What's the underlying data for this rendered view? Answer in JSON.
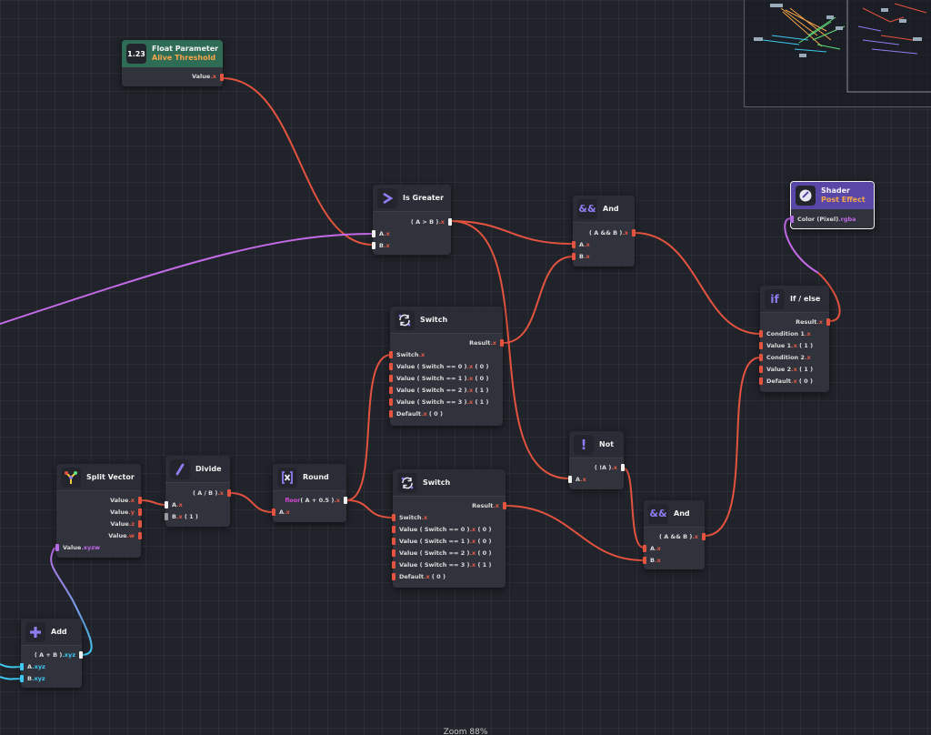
{
  "canvas": {
    "zoom_label": "Zoom 88%"
  },
  "nodes": {
    "float_param": {
      "title": "Float Parameter",
      "subtitle": "Alive Threshold",
      "icon": "number-icon",
      "icon_text": "1.23",
      "out_value": "Value",
      "out_sw": ".x"
    },
    "is_greater": {
      "title": "Is Greater",
      "icon": "greater-than-icon",
      "out_expr": "( A > B )",
      "out_sw": ".x",
      "in_a": "A",
      "in_a_sw": ".x",
      "in_b": "B",
      "in_b_sw": ".x"
    },
    "and1": {
      "title": "And",
      "icon": "and-icon",
      "icon_text": "&&",
      "out_expr": "( A && B )",
      "out_sw": ".x",
      "in_a": "A",
      "in_a_sw": ".x",
      "in_b": "B",
      "in_b_sw": ".x"
    },
    "shader": {
      "title": "Shader",
      "subtitle": "Post Effect",
      "icon": "shader-icon",
      "in_label": "Color (Pixel)",
      "in_sw": ".rgba"
    },
    "switch1": {
      "title": "Switch",
      "icon": "switch-icon",
      "out_label": "Result",
      "out_sw": ".x",
      "in_switch": "Switch",
      "in_switch_sw": ".x",
      "cases": [
        {
          "label": "Value ( Switch == 0 )",
          "sw": ".x",
          "def": "( 0 )"
        },
        {
          "label": "Value ( Switch == 1 )",
          "sw": ".x",
          "def": "( 0 )"
        },
        {
          "label": "Value ( Switch == 2 )",
          "sw": ".x",
          "def": "( 1 )"
        },
        {
          "label": "Value ( Switch == 3 )",
          "sw": ".x",
          "def": "( 1 )"
        }
      ],
      "default_label": "Default",
      "default_sw": ".x",
      "default_def": "( 0 )"
    },
    "ifelse": {
      "title": "If / else",
      "icon": "if-icon",
      "icon_text": "if",
      "out_label": "Result",
      "out_sw": ".x",
      "rows": [
        {
          "label": "Condition 1",
          "sw": ".x",
          "def": ""
        },
        {
          "label": "Value 1",
          "sw": ".x",
          "def": "( 1 )"
        },
        {
          "label": "Condition 2",
          "sw": ".x",
          "def": ""
        },
        {
          "label": "Value 2",
          "sw": ".x",
          "def": "( 1 )"
        },
        {
          "label": "Default",
          "sw": ".x",
          "def": "( 0 )"
        }
      ]
    },
    "not": {
      "title": "Not",
      "icon": "exclamation-icon",
      "icon_text": "!",
      "out_expr": "( !A )",
      "out_sw": ".x",
      "in_a": "A",
      "in_a_sw": ".x"
    },
    "split": {
      "title": "Split Vector",
      "icon": "split-icon",
      "outs": [
        {
          "label": "Value",
          "sw": ".x"
        },
        {
          "label": "Value",
          "sw": ".y"
        },
        {
          "label": "Value",
          "sw": ".z"
        },
        {
          "label": "Value",
          "sw": ".w"
        }
      ],
      "in_label": "Value",
      "in_sw": ".xyzw"
    },
    "divide": {
      "title": "Divide",
      "icon": "divide-icon",
      "out_expr": "( A / B )",
      "out_sw": ".x",
      "in_a": "A",
      "in_a_sw": ".x",
      "in_b": "B",
      "in_b_sw": ".x",
      "in_b_def": "( 1 )"
    },
    "round": {
      "title": "Round",
      "icon": "round-icon",
      "out_fn": "floor",
      "out_expr": "( A + 0.5 )",
      "out_sw": ".x",
      "in_a": "A",
      "in_a_sw": ".x"
    },
    "switch2": {
      "title": "Switch",
      "icon": "switch-icon",
      "out_label": "Result",
      "out_sw": ".x",
      "in_switch": "Switch",
      "in_switch_sw": ".x",
      "cases": [
        {
          "label": "Value ( Switch == 0 )",
          "sw": ".x",
          "def": "( 0 )"
        },
        {
          "label": "Value ( Switch == 1 )",
          "sw": ".x",
          "def": "( 0 )"
        },
        {
          "label": "Value ( Switch == 2 )",
          "sw": ".x",
          "def": "( 0 )"
        },
        {
          "label": "Value ( Switch == 3 )",
          "sw": ".x",
          "def": "( 1 )"
        }
      ],
      "default_label": "Default",
      "default_sw": ".x",
      "default_def": "( 0 )"
    },
    "and2": {
      "title": "And",
      "icon": "and-icon",
      "icon_text": "&&",
      "out_expr": "( A && B )",
      "out_sw": ".x",
      "in_a": "A",
      "in_a_sw": ".x",
      "in_b": "B",
      "in_b_sw": ".x"
    },
    "add": {
      "title": "Add",
      "icon": "plus-icon",
      "out_expr": "( A + B )",
      "out_sw": ".xyz",
      "in_a": "A",
      "in_a_sw": ".xyz",
      "in_b": "B",
      "in_b_sw": ".xyz"
    }
  },
  "colors": {
    "wire_float": "#e3533f",
    "wire_vec3": "#3ec8ef",
    "wire_vec4": "#c46ae8",
    "accent": "#8d7cf2"
  }
}
